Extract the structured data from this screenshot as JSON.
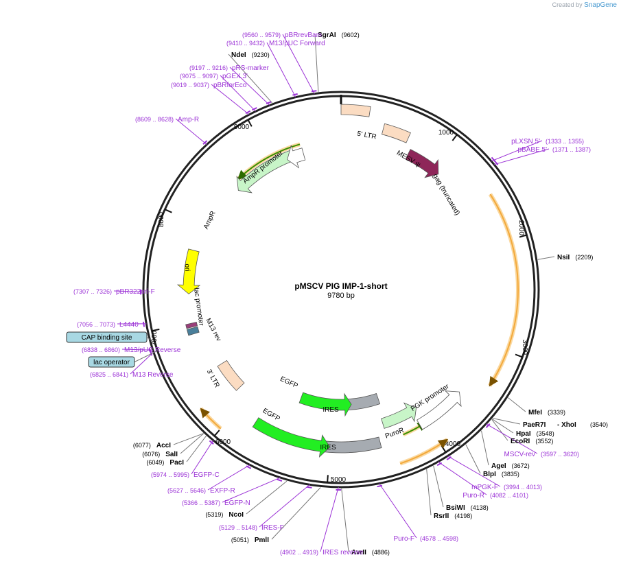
{
  "credit": {
    "prefix": "Created by",
    "brand": "SnapGene"
  },
  "plasmid": {
    "name": "pMSCV PIG IMP-1-short",
    "size": "9780 bp",
    "length": 9780
  },
  "ticks": [
    "1000",
    "2000",
    "3000",
    "4000",
    "5000",
    "6000",
    "7000",
    "8000",
    "9000"
  ],
  "colors": {
    "enzyme": "#000000",
    "primer": "#9b32d6",
    "backbone": "#222222",
    "ltr": "#fbdcc2",
    "gag": "#8e2659",
    "cds": "#f3a93b",
    "ori": "#ffff00",
    "egfp": "#22ee22",
    "ires": "#a6abb1",
    "promoter": "#ffffff",
    "puro": "#c8f5c8",
    "ampr": "#c8f5c8",
    "lac": "#7fbfcf",
    "cap": "#a8d8e3"
  },
  "enzymes": [
    {
      "name": "SgrAI",
      "pos": "(9602)"
    },
    {
      "name": "NdeI",
      "pos": "(9230)"
    },
    {
      "name": "NsiI",
      "pos": "(2209)"
    },
    {
      "name": "MfeI",
      "pos": "(3339)"
    },
    {
      "name": "PaeR7I",
      "pos": ""
    },
    {
      "name": "- XhoI",
      "pos": "(3540)"
    },
    {
      "name": "HpaI",
      "pos": "(3548)"
    },
    {
      "name": "EcoRI",
      "pos": "(3552)"
    },
    {
      "name": "AgeI",
      "pos": "(3672)"
    },
    {
      "name": "BlpI",
      "pos": "(3835)"
    },
    {
      "name": "BsiWI",
      "pos": "(4138)"
    },
    {
      "name": "RsrII",
      "pos": "(4198)"
    },
    {
      "name": "AvrII",
      "pos": "(4886)"
    },
    {
      "name": "PmlI",
      "pos": "(5051)"
    },
    {
      "name": "NcoI",
      "pos": "(5319)"
    },
    {
      "name": "PacI",
      "pos": "(6049)"
    },
    {
      "name": "SalI",
      "pos": "(6076)"
    },
    {
      "name": "AccI",
      "pos": "(6077)"
    }
  ],
  "primers": [
    {
      "name": "pBRrevBam",
      "pos": "(9560 .. 9579)"
    },
    {
      "name": "M13/pUC Forward",
      "pos": "(9410 .. 9432)"
    },
    {
      "name": "pRS-marker",
      "pos": "(9197 .. 9216)"
    },
    {
      "name": "pGEX 3'",
      "pos": "(9075 .. 9097)"
    },
    {
      "name": "pBRforEco",
      "pos": "(9019 .. 9037)"
    },
    {
      "name": "Amp-R",
      "pos": "(8609 .. 8628)"
    },
    {
      "name": "pBR322ori-F",
      "pos": "(7307 .. 7326)"
    },
    {
      "name": "L4440",
      "pos": "(7056 .. 7073)"
    },
    {
      "name": "M13/pUC Reverse",
      "pos": "(6838 .. 6860)"
    },
    {
      "name": "M13 Reverse",
      "pos": "(6825 .. 6841)"
    },
    {
      "name": "EGFP-C",
      "pos": "(5974 .. 5995)"
    },
    {
      "name": "EXFP-R",
      "pos": "(5627 .. 5646)"
    },
    {
      "name": "EGFP-N",
      "pos": "(5366 .. 5387)"
    },
    {
      "name": "IRES-F",
      "pos": "(5129 .. 5148)"
    },
    {
      "name": "IRES reverse",
      "pos": "(4902 .. 4919)"
    },
    {
      "name": "Puro-F",
      "pos": "(4578 .. 4598)"
    },
    {
      "name": "Puro-R",
      "pos": "(4082 .. 4101)"
    },
    {
      "name": "mPGK-F",
      "pos": "(3994 .. 4013)"
    },
    {
      "name": "MSCV-rev",
      "pos": "(3597 .. 3620)"
    },
    {
      "name": "pLXSN 5'",
      "pos": "(1333 .. 1355)"
    },
    {
      "name": "pBABE 5'",
      "pos": "(1371 .. 1387)"
    }
  ],
  "boxed_features": [
    {
      "name": "CAP binding site"
    },
    {
      "name": "lac operator"
    }
  ],
  "features": [
    {
      "name": "5' LTR"
    },
    {
      "name": "MESV ψ"
    },
    {
      "name": "gag (truncated)"
    },
    {
      "name": "PGK promoter"
    },
    {
      "name": "PuroR"
    },
    {
      "name": "IRES"
    },
    {
      "name": "EGFP"
    },
    {
      "name": "IRES"
    },
    {
      "name": "EGFP"
    },
    {
      "name": "3' LTR"
    },
    {
      "name": "lac promoter"
    },
    {
      "name": "M13 rev"
    },
    {
      "name": "ori"
    },
    {
      "name": "AmpR"
    },
    {
      "name": "AmpR promoter"
    }
  ]
}
